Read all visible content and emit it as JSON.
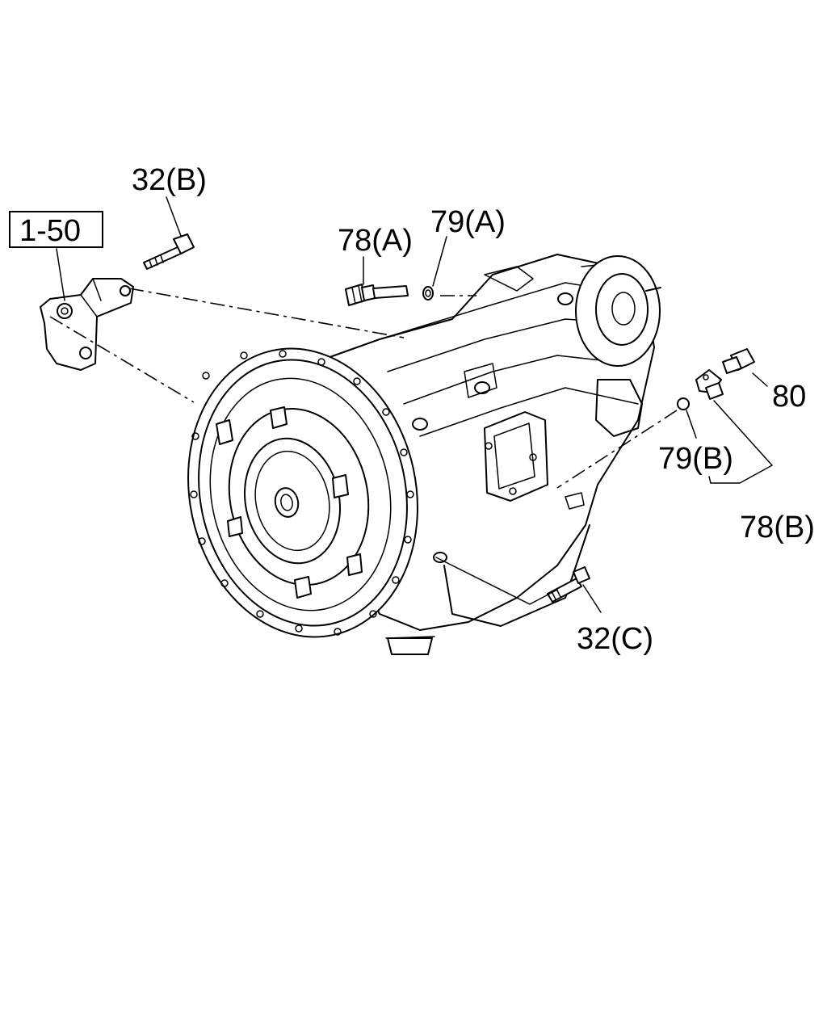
{
  "callouts": {
    "bolt_top": "32(B)",
    "ref_box": "1-50",
    "sensor_a": "78(A)",
    "oring_a": "79(A)",
    "plug": "80",
    "oring_b": "79(B)",
    "sensor_b": "78(B)",
    "bolt_bottom": "32(C)"
  }
}
